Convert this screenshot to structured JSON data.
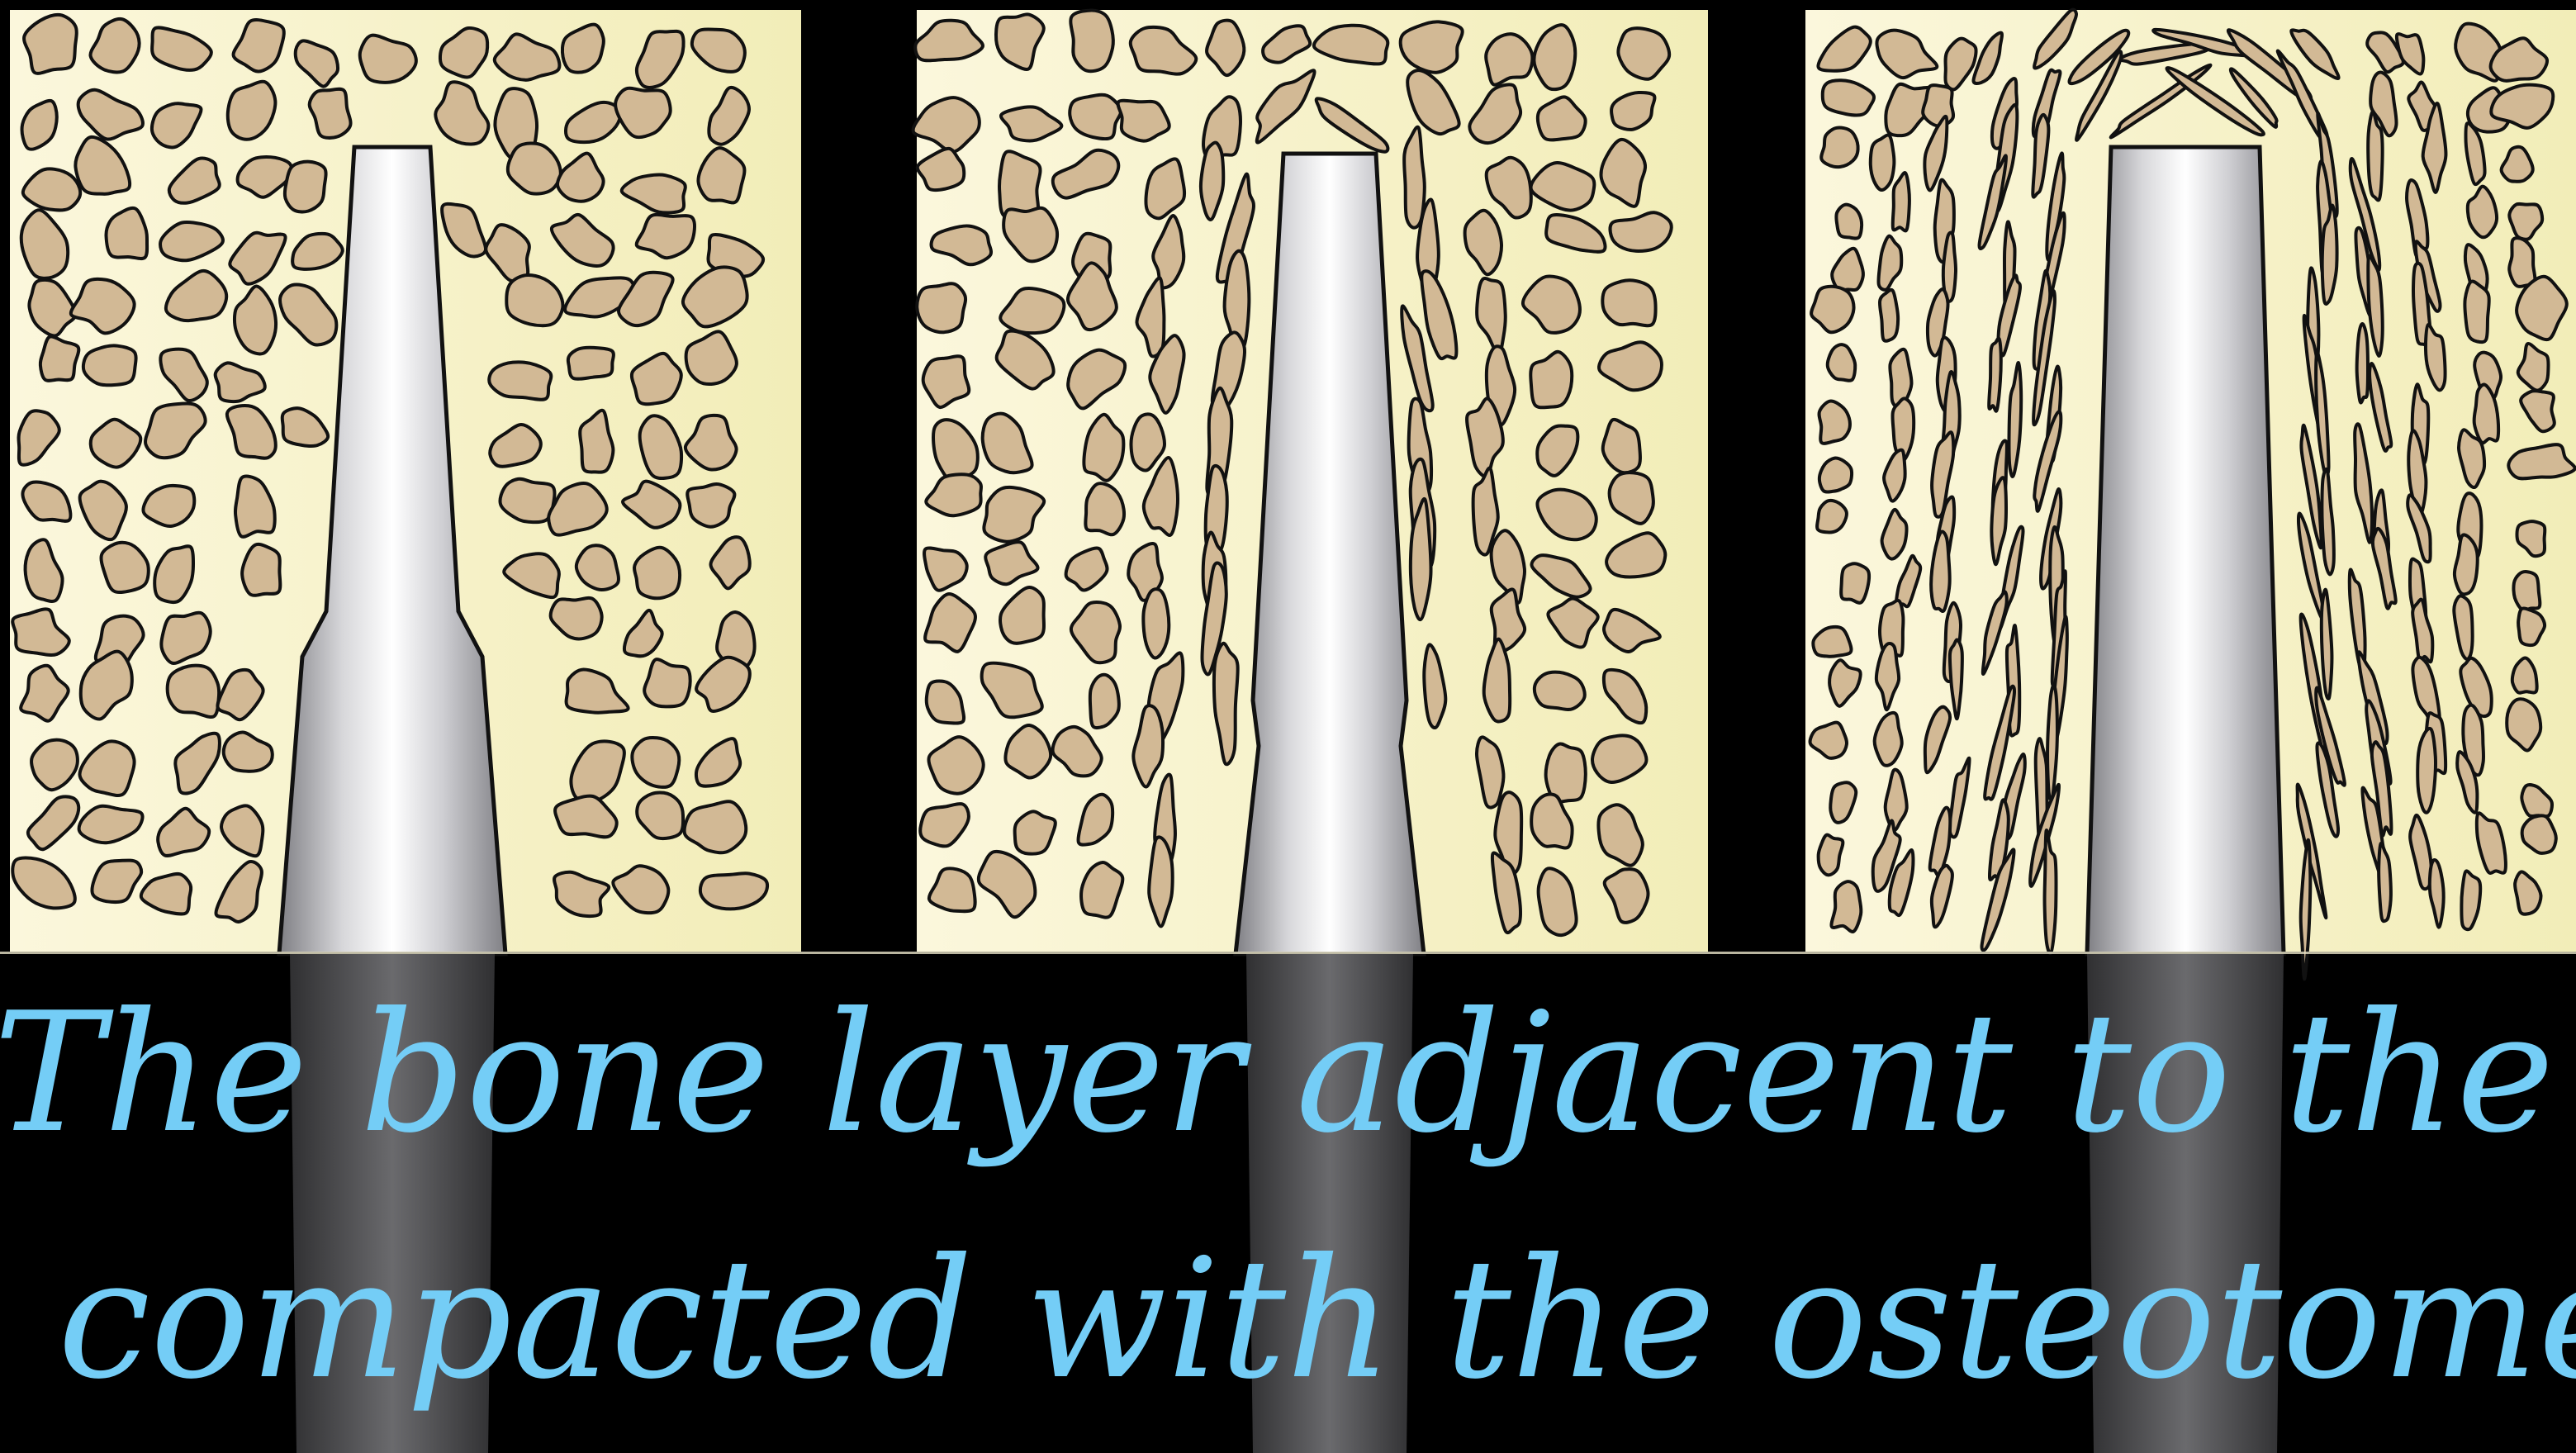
{
  "caption": {
    "line1": "The bone layer adjacent to the osteotomy",
    "line2": "compacted with the osteotome technique"
  },
  "colors": {
    "background": "#000000",
    "bone_matrix_light": "#fbf7dc",
    "bone_matrix": "#f2edb8",
    "trabecula_fill": "#d2b995",
    "trabecula_stroke": "#111111",
    "instrument_light": "#ffffff",
    "instrument_dark": "#8a8a8e",
    "caption_text": "#74cdf6"
  },
  "panels": [
    {
      "name": "panel-stage-1",
      "trabecular_pattern": "uniform"
    },
    {
      "name": "panel-stage-2",
      "trabecular_pattern": "slightly-compacted"
    },
    {
      "name": "panel-stage-3",
      "trabecular_pattern": "compacted"
    }
  ]
}
